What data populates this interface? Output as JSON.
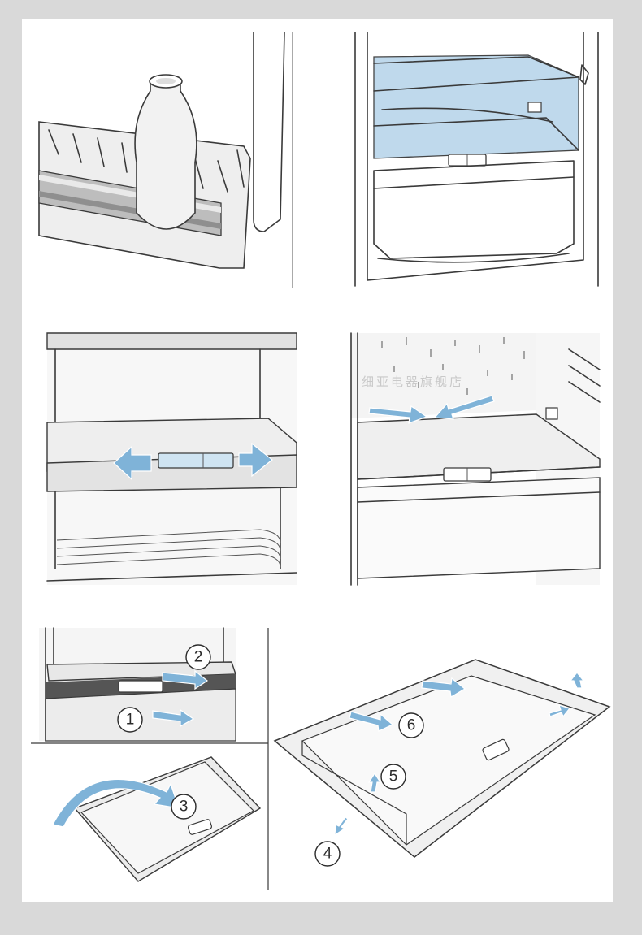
{
  "steps": {
    "s1": "1",
    "s2": "2",
    "s3": "3",
    "s4": "4",
    "s5": "5",
    "s6": "6"
  },
  "watermark": "细亚电器旗舰店",
  "colors": {
    "page_bg": "#d9d9d9",
    "sheet_bg": "#ffffff",
    "highlight": "#bcd8ec",
    "arrow": "#7fb3d8",
    "line": "#3a3a3a",
    "shade": "#e6e6e6"
  }
}
